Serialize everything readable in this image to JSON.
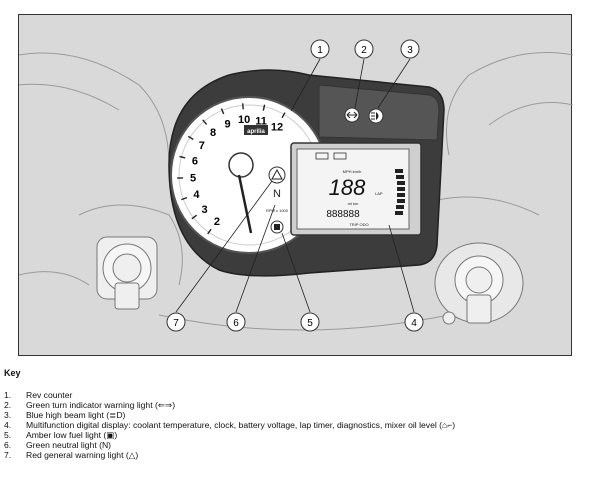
{
  "diagram": {
    "callouts": [
      "1",
      "2",
      "3",
      "4",
      "5",
      "6",
      "7"
    ],
    "dial_numbers": [
      "2",
      "3",
      "4",
      "5",
      "6",
      "7",
      "8",
      "9",
      "10",
      "11",
      "12"
    ],
    "brand": "aprilia",
    "neutral": "N",
    "rpm_unit": "RPM x 1000",
    "display": {
      "speed": "188",
      "speed_unit": "MPH km/h",
      "lap": "LAP",
      "odo": "888888",
      "odo_units": "mi km",
      "trip": "TRIP ODO"
    }
  },
  "key": {
    "title": "Key",
    "items": [
      {
        "num": "1.",
        "text": "Rev counter"
      },
      {
        "num": "2.",
        "text": "Green turn indicator warning light (⇐⇒)"
      },
      {
        "num": "3.",
        "text": "Blue high beam light (≣D)"
      },
      {
        "num": "4.",
        "text": "Multifunction digital display: coolant temperature, clock, battery voltage, lap timer, diagnostics, mixer oil level (⌂⌐)"
      },
      {
        "num": "5.",
        "text": "Amber low fuel light (▣)"
      },
      {
        "num": "6.",
        "text": "Green neutral light (N)"
      },
      {
        "num": "7.",
        "text": "Red general warning light (△)"
      }
    ]
  }
}
